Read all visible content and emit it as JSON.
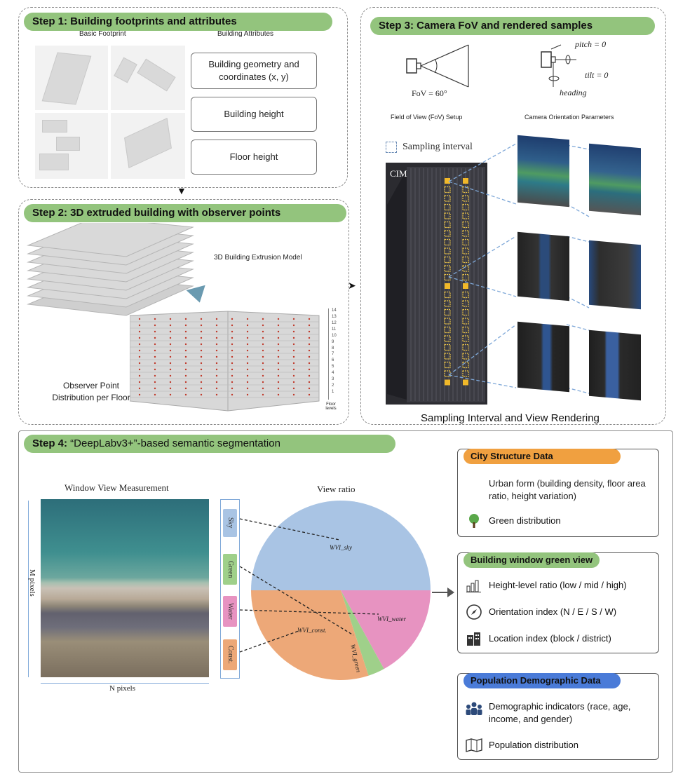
{
  "step1": {
    "title_prefix": "Step 1:",
    "title_rest": " Building footprints and attributes",
    "basic_footprint_label": "Basic Footprint",
    "attributes_label": "Building Attributes",
    "attributes": [
      "Building geometry and coordinates (x, y)",
      "Building height",
      "Floor height"
    ]
  },
  "step2": {
    "title_prefix": "Step 2:",
    "title_rest": " 3D extruded building with observer points",
    "extrusion_label": "3D Building Extrusion Model",
    "observer_label": "Observer Point Distribution per Floor",
    "floor_ticks": [
      "14",
      "13",
      "12",
      "11",
      "10",
      "9",
      "8",
      "7",
      "6",
      "5",
      "4",
      "3",
      "2",
      "1"
    ],
    "floor_axis_label": "Floor levels"
  },
  "step3": {
    "title_prefix": "Step 3:",
    "title_rest": " Camera FoV and rendered samples",
    "fov_text": "FoV = 60°",
    "fov_caption": "Field of View (FoV) Setup",
    "pitch": "pitch = 0",
    "tilt": "tilt = 0",
    "heading": "heading",
    "orientation_caption": "Camera Orientation Parameters",
    "sampling_interval": "Sampling interval",
    "cim_label": "CIM",
    "bottom_caption": "Sampling Interval and View Rendering"
  },
  "step4": {
    "title_prefix": "Step 4:",
    "title_rest": " “DeepLabv3+”-based semantic segmentation",
    "wvm_title": "Window View Measurement",
    "m_pixels": "M pixels",
    "n_pixels": "N pixels",
    "view_ratio_title": "View ratio",
    "tags": [
      "Sky",
      "Green",
      "Water",
      "Const."
    ],
    "wvi_labels": [
      "WVI_sky",
      "WVI_water",
      "WVI_const.",
      "WVI_green"
    ]
  },
  "chart_data": {
    "type": "pie",
    "title": "View ratio",
    "slices": [
      {
        "name": "Sky",
        "value": 50,
        "color": "#a9c4e4"
      },
      {
        "name": "Water",
        "value": 17,
        "color": "#e793c1"
      },
      {
        "name": "Green",
        "value": 3,
        "color": "#9fd08a"
      },
      {
        "name": "Const.",
        "value": 30,
        "color": "#eda878"
      }
    ]
  },
  "city_structure": {
    "title": "City Structure Data",
    "color": "#f0a040",
    "urban_form": "Urban form (building density, floor area ratio, height variation)",
    "green": "Green distribution"
  },
  "green_view": {
    "title": "Building window green view",
    "color": "#93c47d",
    "rows": [
      "Height-level ratio (low / mid / high)",
      "Orientation index (N / E / S / W)",
      "Location index (block / district)"
    ]
  },
  "population": {
    "title": "Population Demographic Data",
    "color": "#4a7bd8",
    "rows": [
      "Demographic indicators (race, age, income, and gender)",
      "Population distribution"
    ]
  }
}
